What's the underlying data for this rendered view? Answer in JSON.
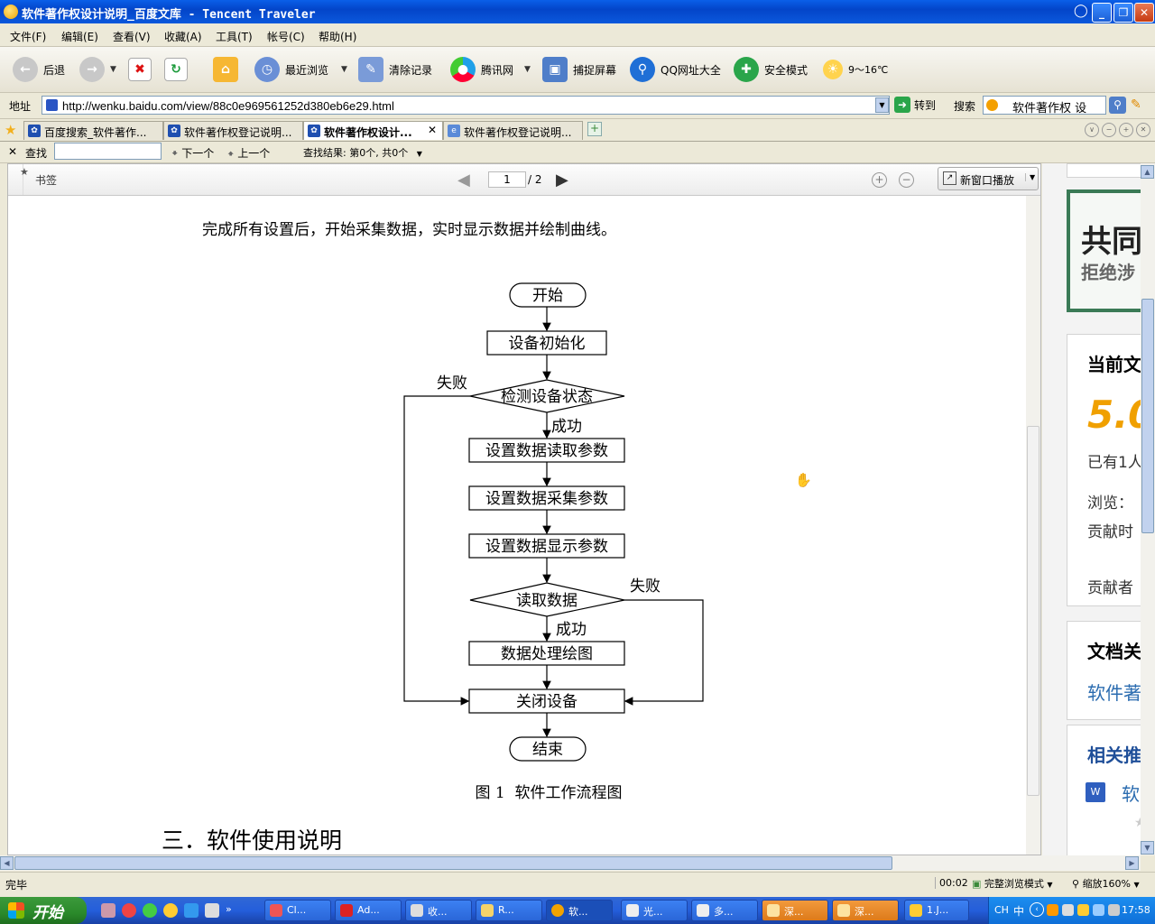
{
  "window": {
    "title": "软件著作权设计说明_百度文库 - Tencent Traveler"
  },
  "menu": [
    "文件(F)",
    "编辑(E)",
    "查看(V)",
    "收藏(A)",
    "工具(T)",
    "帐号(C)",
    "帮助(H)"
  ],
  "toolbar": {
    "back": "后退",
    "history": "最近浏览",
    "clear": "清除记录",
    "tencent": "腾讯网",
    "capture": "捕捉屏幕",
    "qq_sites": "QQ网址大全",
    "safe_mode": "安全模式",
    "weather": "9～16℃"
  },
  "address": {
    "label": "地址",
    "url": "http://wenku.baidu.com/view/88c0e969561252d380eb6e29.html",
    "go": "转到",
    "search_label": "搜索",
    "search_value": "软件著作权 设"
  },
  "tabs": [
    {
      "label": "百度搜索_软件著作..."
    },
    {
      "label": "软件著作权登记说明..."
    },
    {
      "label": "软件著作权设计..."
    },
    {
      "label": "软件著作权登记说明..."
    }
  ],
  "findbar": {
    "label": "查找",
    "next": "下一个",
    "prev": "上一个",
    "result": "查找结果: 第0个, 共0个"
  },
  "viewer": {
    "bookmark": "书签",
    "page_current": "1",
    "page_total": "/ 2",
    "new_window": "新窗口播放"
  },
  "document": {
    "intro": "完成所有设置后，开始采集数据，实时显示数据并绘制曲线。",
    "flow": {
      "start": "开始",
      "init": "设备初始化",
      "check": "检测设备状态",
      "fail1": "失败",
      "ok1": "成功",
      "read_params": "设置数据读取参数",
      "collect_params": "设置数据采集参数",
      "display_params": "设置数据显示参数",
      "read_data": "读取数据",
      "fail2": "失败",
      "ok2": "成功",
      "process": "数据处理绘图",
      "close": "关闭设备",
      "end": "结束"
    },
    "caption": "图 1  软件工作流程图",
    "section": "三．软件使用说明"
  },
  "sidebar": {
    "banner_line1": "共同",
    "banner_line2": "拒绝涉",
    "current_title": "当前文",
    "score": "5.0",
    "rated": "已有1人",
    "browse": "浏览：",
    "contrib_time": "贡献时",
    "contributor": "贡献者",
    "doc_header": "文档关",
    "doc_link": "软件著",
    "related_header": "相关推",
    "related_item": "软"
  },
  "status": {
    "text": "完毕",
    "time": "00:02",
    "mode": "完整浏览模式",
    "zoom": "缩放160%"
  },
  "taskbar": {
    "start": "开始",
    "tasks": [
      "Cl...",
      "Ad...",
      "收...",
      "R...",
      "软...",
      "光...",
      "多...",
      "深...",
      "深...",
      "1.J..."
    ],
    "lang": "CH",
    "ime": "中",
    "clock": "17:58"
  },
  "colors": {
    "title_bar": "#0a5fe8",
    "taskbar": "#245edb",
    "start": "#2b8a2b",
    "score": "#f0a000",
    "link": "#2b6cb0"
  }
}
